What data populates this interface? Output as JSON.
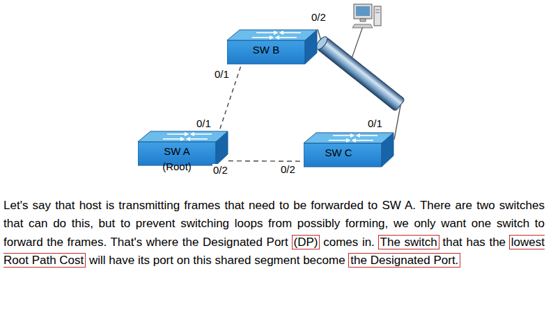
{
  "diagram": {
    "nodes": [
      {
        "text": [
          "SW B"
        ]
      },
      {
        "text": [
          "SW A",
          "(Root)"
        ]
      },
      {
        "text": [
          "SW C"
        ]
      }
    ],
    "edges": [
      {
        "from": 0,
        "to": 1,
        "arrow": "none"
      },
      {
        "from": 1,
        "to": 2,
        "arrow": "none"
      },
      {
        "from": 0,
        "to": 2,
        "arrow": "none"
      }
    ],
    "labels": [
      "0/2",
      "0/1",
      "0/1",
      "0/2",
      "0/2",
      "0/1",
      "Let's say that host is transmitting frames that need to be forwarded to SW A.  There are two switches that can do this, but to prevent switching loops from possibly forming, we only want one switch to forward the frames.  That's where the Designated Port",
      "(DP)",
      "comes in.",
      "The switch",
      "that has the",
      "lowest Root Path Cost",
      "will have its port on this shared segment become",
      "the Designated Port."
    ]
  }
}
